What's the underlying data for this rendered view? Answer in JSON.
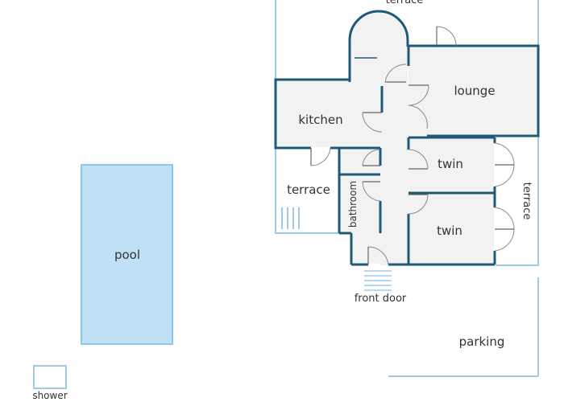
{
  "labels": {
    "terrace_top": "terrace",
    "lounge": "lounge",
    "kitchen": "kitchen",
    "terrace_left": "terrace",
    "bathroom": "bathroom",
    "twin_upper": "twin",
    "twin_lower": "twin",
    "terrace_right": "terrace",
    "pool": "pool",
    "front_door": "front door",
    "parking": "parking",
    "shower": "shower"
  },
  "colors": {
    "wall": "#1e5a78",
    "thin_outline": "#9fcbe8",
    "room_fill": "#f2f2f2",
    "pool_fill": "#bfe0f5",
    "pool_stroke": "#8fc7ea",
    "text": "#333333",
    "door": "#666666"
  }
}
